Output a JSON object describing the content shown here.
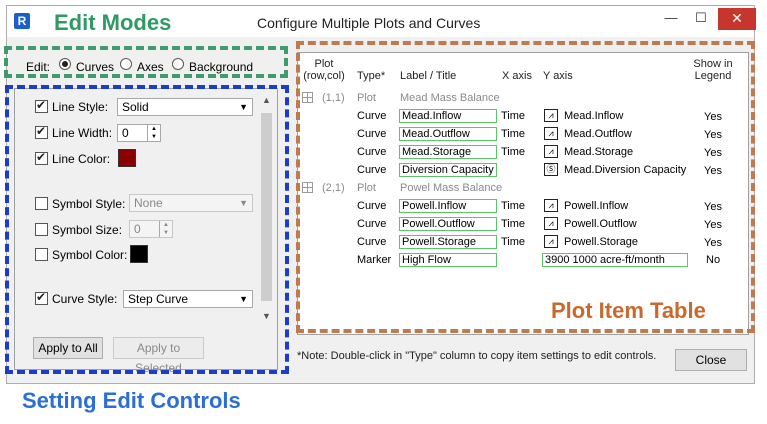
{
  "window": {
    "title": "Configure Multiple Plots and Curves",
    "app_icon": "app-logo-icon",
    "controls": {
      "minimize": "—",
      "maximize": "☐",
      "close": "✕"
    }
  },
  "annotations": {
    "edit_modes": "Edit Modes",
    "setting_edit_controls": "Setting Edit Controls",
    "plot_item_table": "Plot Item Table",
    "colors": {
      "edit_modes": "#2f9a63",
      "setting_edit_controls": "#2a6fd4",
      "plot_item_table": "#c86930"
    }
  },
  "edit_bar": {
    "label": "Edit:",
    "options": [
      "Curves",
      "Axes",
      "Background"
    ],
    "selected": "Curves"
  },
  "controls": {
    "line_style": {
      "label": "Line Style:",
      "value": "Solid",
      "checked": true
    },
    "line_width": {
      "label": "Line Width:",
      "value": "0",
      "checked": true
    },
    "line_color": {
      "label": "Line Color:",
      "color": "#8b0000",
      "checked": true
    },
    "symbol_style": {
      "label": "Symbol Style:",
      "value": "None",
      "checked": false
    },
    "symbol_size": {
      "label": "Symbol Size:",
      "value": "0",
      "checked": false
    },
    "symbol_color": {
      "label": "Symbol Color:",
      "color": "#000000",
      "checked": false
    },
    "curve_style": {
      "label": "Curve Style:",
      "value": "Step Curve",
      "checked": true
    },
    "apply_all": "Apply to All",
    "apply_selected": "Apply to Selected"
  },
  "table": {
    "headers": {
      "plot_line1": "Plot",
      "plot_line2": "(row,col)",
      "type": "Type*",
      "label": "Label / Title",
      "xaxis": "X axis",
      "yaxis": "Y axis",
      "legend_line1": "Show in",
      "legend_line2": "Legend"
    },
    "rows": [
      {
        "plot": "(1,1)",
        "type": "Plot",
        "label": "Mead Mass Balance",
        "x": "",
        "y": "",
        "legend": "",
        "kind": "plot"
      },
      {
        "plot": "",
        "type": "Curve",
        "label": "Mead.Inflow",
        "x": "Time",
        "y": "Mead.Inflow",
        "legend": "Yes",
        "kind": "curve"
      },
      {
        "plot": "",
        "type": "Curve",
        "label": "Mead.Outflow",
        "x": "Time",
        "y": "Mead.Outflow",
        "legend": "Yes",
        "kind": "curve"
      },
      {
        "plot": "",
        "type": "Curve",
        "label": "Mead.Storage",
        "x": "Time",
        "y": "Mead.Storage",
        "legend": "Yes",
        "kind": "curve"
      },
      {
        "plot": "",
        "type": "Curve",
        "label": "Diversion Capacity",
        "x": "",
        "y": "Mead.Diversion Capacity",
        "legend": "Yes",
        "kind": "curve2"
      },
      {
        "plot": "(2,1)",
        "type": "Plot",
        "label": "Powel Mass Balance",
        "x": "",
        "y": "",
        "legend": "",
        "kind": "plot"
      },
      {
        "plot": "",
        "type": "Curve",
        "label": "Powell.Inflow",
        "x": "Time",
        "y": "Powell.Inflow",
        "legend": "Yes",
        "kind": "curve"
      },
      {
        "plot": "",
        "type": "Curve",
        "label": "Powell.Outflow",
        "x": "Time",
        "y": "Powell.Outflow",
        "legend": "Yes",
        "kind": "curve"
      },
      {
        "plot": "",
        "type": "Curve",
        "label": "Powell.Storage",
        "x": "Time",
        "y": "Powell.Storage",
        "legend": "Yes",
        "kind": "curve"
      },
      {
        "plot": "",
        "type": "Marker",
        "label": "High Flow",
        "x": "",
        "y": "3900 1000 acre-ft/month",
        "legend": "No",
        "kind": "marker"
      }
    ]
  },
  "note": "*Note: Double-click in \"Type\" column to copy item settings to edit controls.",
  "close_button": "Close"
}
